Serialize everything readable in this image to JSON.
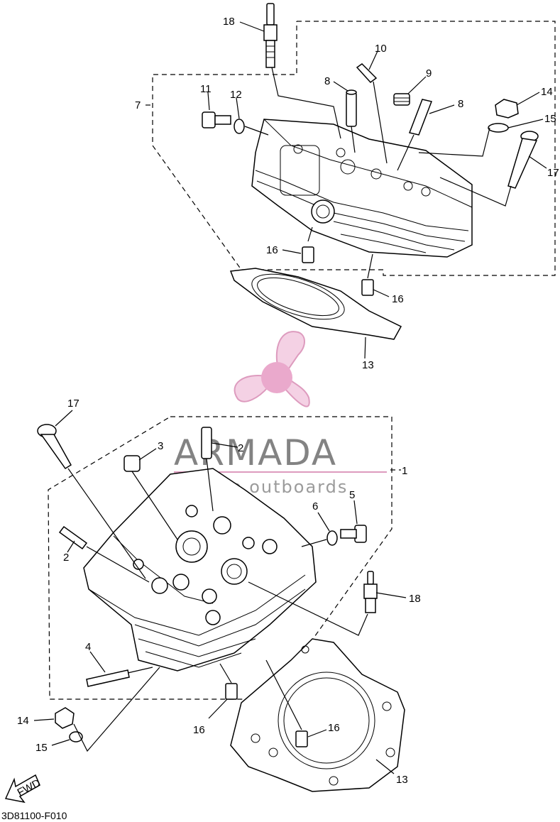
{
  "diagram": {
    "catalog_code": "3D81100-F010",
    "fwd_label": "FWD",
    "watermark": {
      "brand": "ARMADA",
      "tagline": "marine outboards"
    },
    "callouts": {
      "c18a": "18",
      "c10": "10",
      "c9": "9",
      "c8a": "8",
      "c8b": "8",
      "c7": "7",
      "c11": "11",
      "c12": "12",
      "c14a": "14",
      "c15a": "15",
      "c17a": "17",
      "c16a": "16",
      "c16b": "16",
      "c13a": "13",
      "c17b": "17",
      "c3": "3",
      "c2a": "2",
      "c1": "1",
      "c6": "6",
      "c5": "5",
      "c2b": "2",
      "c18b": "18",
      "c4": "4",
      "c14b": "14",
      "c16c": "16",
      "c16d": "16",
      "c15b": "15",
      "c13b": "13"
    }
  }
}
